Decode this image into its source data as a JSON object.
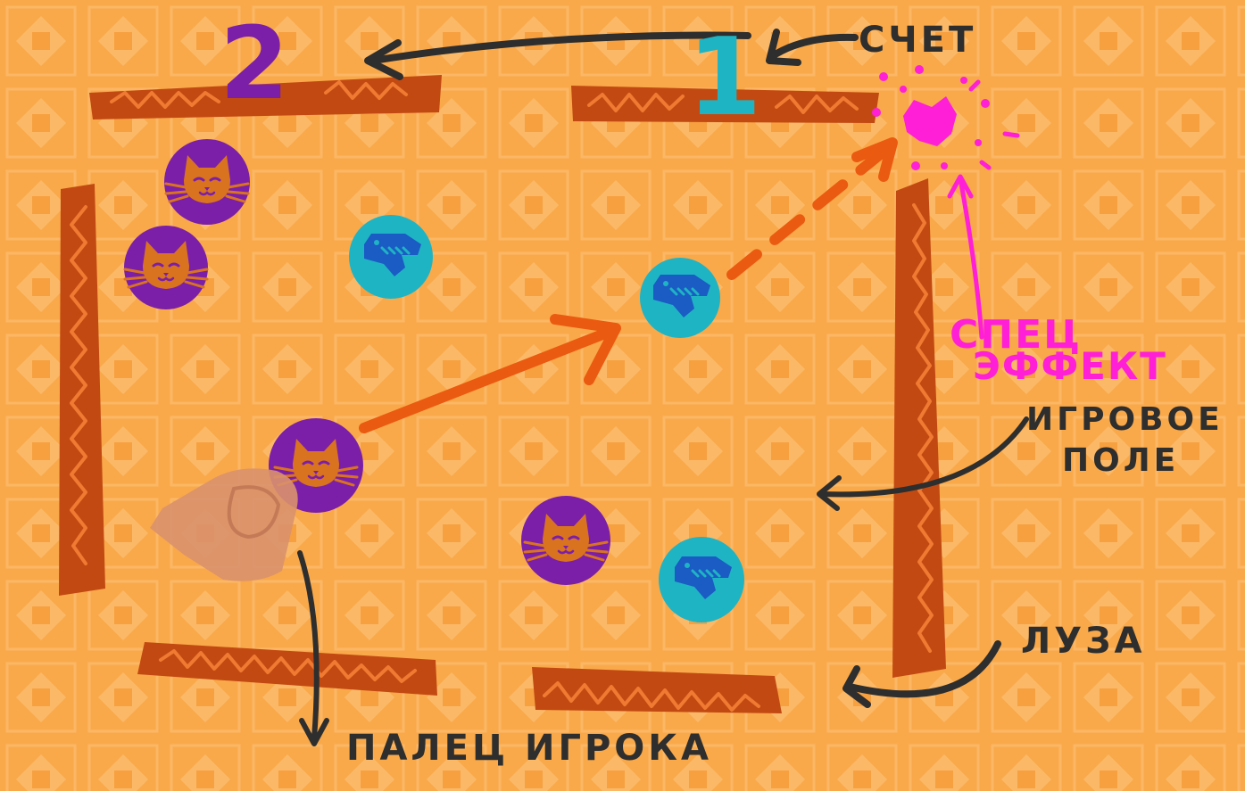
{
  "scoreboard": {
    "player2_score": "2",
    "player1_score": "1",
    "player2_color": "#7b1fa8",
    "player1_color": "#1fb4c4"
  },
  "annotations": {
    "score": "СЧЕТ",
    "special_effect_line1": "СПЕЦ",
    "special_effect_line2": "ЭФФЕКТ",
    "playing_field_line1": "ИГРОВОЕ",
    "playing_field_line2": "ПОЛЕ",
    "pocket": "ЛУЗА",
    "player_finger": "ПАЛЕЦ ИГРОКА"
  },
  "pieces": {
    "cat": [
      {
        "icon": "cat-face-icon"
      },
      {
        "icon": "cat-face-icon"
      },
      {
        "icon": "cat-face-icon"
      },
      {
        "icon": "cat-face-icon"
      }
    ],
    "dino": [
      {
        "icon": "dinosaur-skull-icon"
      },
      {
        "icon": "dinosaur-skull-icon"
      },
      {
        "icon": "dinosaur-skull-icon"
      }
    ]
  },
  "colors": {
    "background": "#f9a94a",
    "wall": "#c24a12",
    "wall_zigzag": "#f07a32",
    "cat_disc": "#7b1fa8",
    "cat_face": "#d9731f",
    "dino_disc": "#1fb4c4",
    "dino_face": "#1a5bc4",
    "arrow_orange": "#ea5a10",
    "annotation_dark": "#2e2e2e",
    "special_effect": "#ff1fd6"
  }
}
